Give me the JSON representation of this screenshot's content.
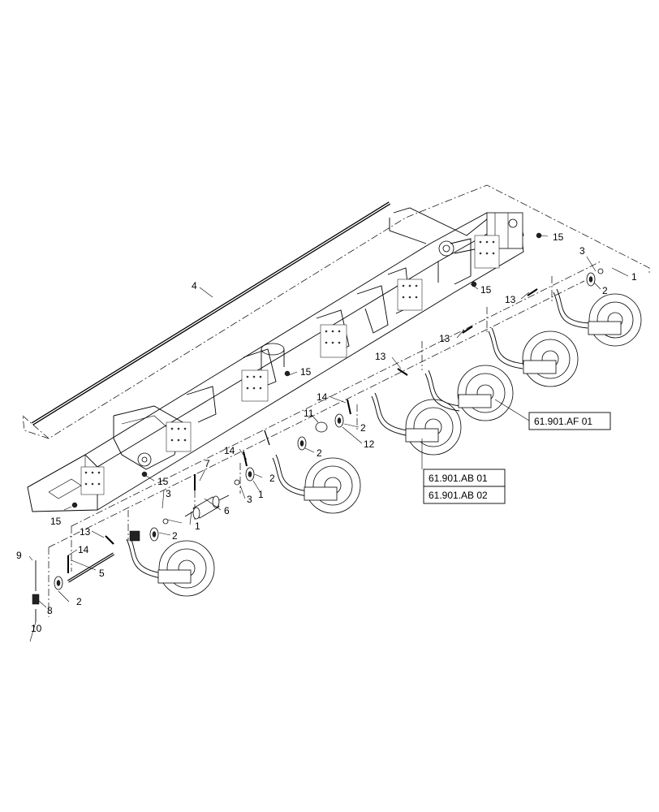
{
  "callouts": {
    "c1a": "1",
    "c1b": "1",
    "c1c": "1",
    "c2a": "2",
    "c2b": "2",
    "c2c": "2",
    "c2d": "2",
    "c2e": "2",
    "c2f": "2",
    "c3a": "3",
    "c3b": "3",
    "c3c": "3",
    "c4": "4",
    "c5": "5",
    "c6": "6",
    "c7": "7",
    "c8": "8",
    "c9": "9",
    "c10": "10",
    "c11": "11",
    "c12": "12",
    "c13a": "13",
    "c13b": "13",
    "c13c": "13",
    "c13d": "13",
    "c14a": "14",
    "c14b": "14",
    "c14c": "14",
    "c15a": "15",
    "c15b": "15",
    "c15c": "15",
    "c15d": "15",
    "c15e": "15"
  },
  "references": {
    "ref_af01": "61.901.AF 01",
    "ref_ab01": "61.901.AB 01",
    "ref_ab02": "61.901.AB 02"
  }
}
